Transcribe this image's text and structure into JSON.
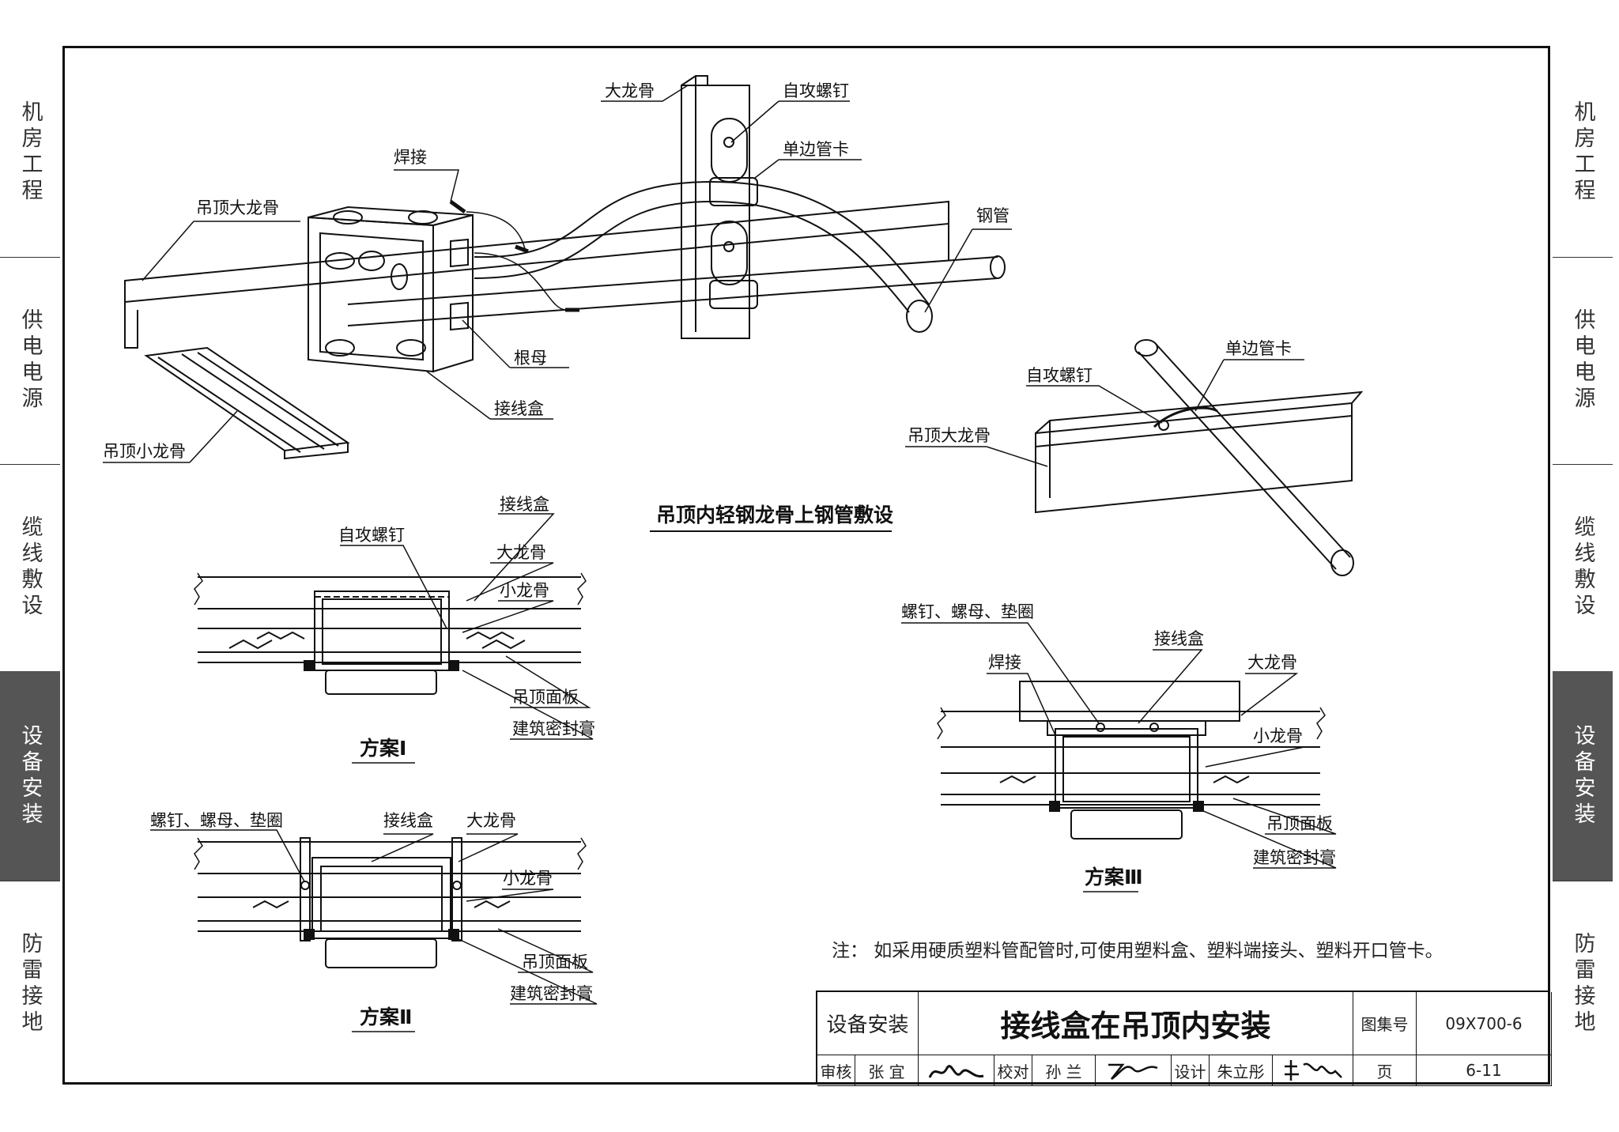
{
  "side_tabs_left": [
    "机房工程",
    "供电电源",
    "缆线敷设",
    "设备安装",
    "防雷接地"
  ],
  "side_tabs_right": [
    "机房工程",
    "供电电源",
    "缆线敷设",
    "设备安装",
    "防雷接地"
  ],
  "active_tab": "设备安装",
  "main_figure": {
    "caption": "吊顶内轻钢龙骨上钢管敷设",
    "labels": {
      "big_keel": "大龙骨",
      "self_tapping_screw": "自攻螺钉",
      "single_clamp": "单边管卡",
      "weld": "焊接",
      "ceiling_big_keel": "吊顶大龙骨",
      "steel_pipe": "钢管",
      "lock_nut": "根母",
      "junction_box": "接线盒",
      "ceiling_small_keel": "吊顶小龙骨"
    }
  },
  "detail_figure": {
    "labels": {
      "self_tapping_screw": "自攻螺钉",
      "single_clamp": "单边管卡",
      "ceiling_big_keel": "吊顶大龙骨"
    }
  },
  "scheme1": {
    "caption": "方案Ⅰ",
    "labels": [
      "接线盒",
      "自攻螺钉",
      "大龙骨",
      "小龙骨",
      "吊顶面板",
      "建筑密封膏"
    ]
  },
  "scheme2": {
    "caption": "方案Ⅱ",
    "labels": [
      "螺钉、螺母、垫圈",
      "接线盒",
      "大龙骨",
      "小龙骨",
      "吊顶面板",
      "建筑密封膏"
    ]
  },
  "scheme3": {
    "caption": "方案Ⅲ",
    "labels": [
      "螺钉、螺母、垫圈",
      "接线盒",
      "焊接",
      "大龙骨",
      "小龙骨",
      "吊顶面板",
      "建筑密封膏"
    ]
  },
  "note": "注：  如采用硬质塑料管配管时,可使用塑料盒、塑料端接头、塑料开口管卡。",
  "title_block": {
    "section": "设备安装",
    "title": "接线盒在吊顶内安装",
    "atlas_label": "图集号",
    "atlas_no": "09X700-6",
    "review_label": "审核",
    "reviewer": "张 宜",
    "check_label": "校对",
    "checker": "孙 兰",
    "design_label": "设计",
    "designer": "朱立彤",
    "page_label": "页",
    "page_no": "6-11"
  }
}
